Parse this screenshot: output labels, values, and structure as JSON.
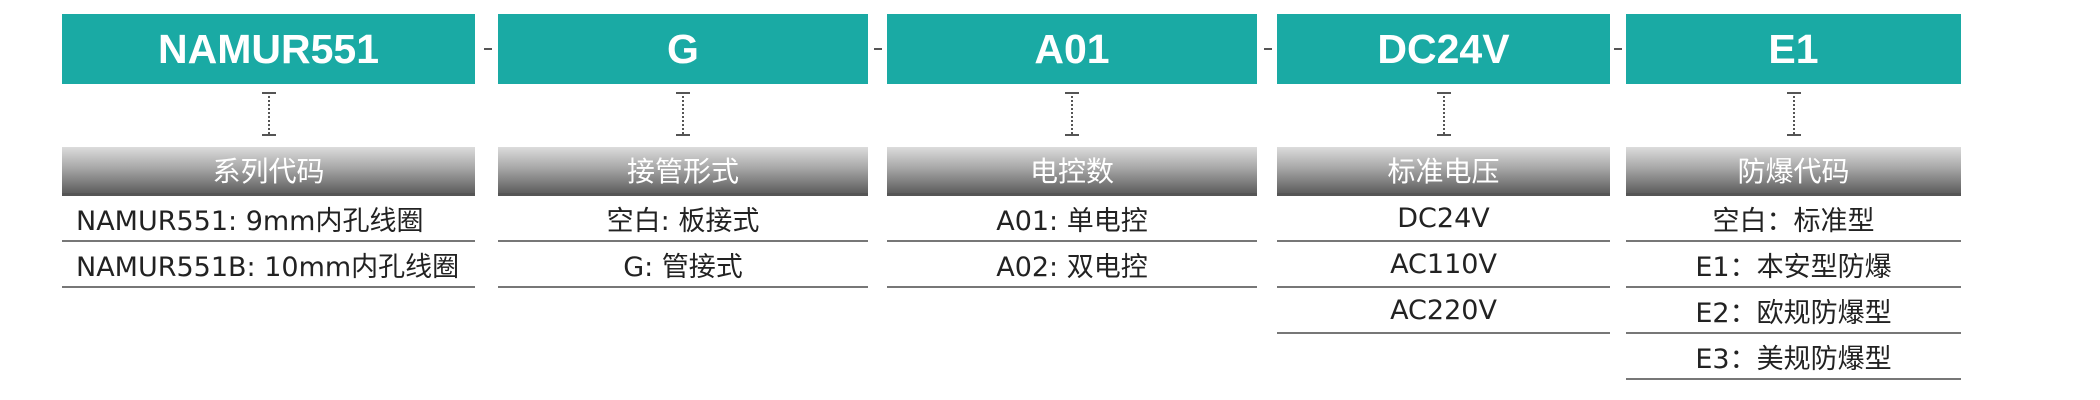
{
  "columns": [
    {
      "code": "NAMUR551",
      "label": "系列代码",
      "options": [
        "NAMUR551: 9mm内孔线圈",
        "NAMUR551B: 10mm内孔线圈"
      ]
    },
    {
      "code": "G",
      "label": "接管形式",
      "options": [
        "空白: 板接式",
        "G: 管接式"
      ]
    },
    {
      "code": "A01",
      "label": "电控数",
      "options": [
        "A01: 单电控",
        "A02: 双电控"
      ]
    },
    {
      "code": "DC24V",
      "label": "标准电压",
      "options": [
        "DC24V",
        "AC110V",
        "AC220V"
      ]
    },
    {
      "code": "E1",
      "label": "防爆代码",
      "options": [
        "空白：标准型",
        "E1：本安型防爆",
        "E2：欧规防爆型",
        "E3：美规防爆型"
      ]
    }
  ],
  "separator": "-",
  "colors": {
    "header": "#1aaaa4",
    "subheader_dark": "#5e5e5e",
    "subheader_light": "#dcdcdc"
  }
}
